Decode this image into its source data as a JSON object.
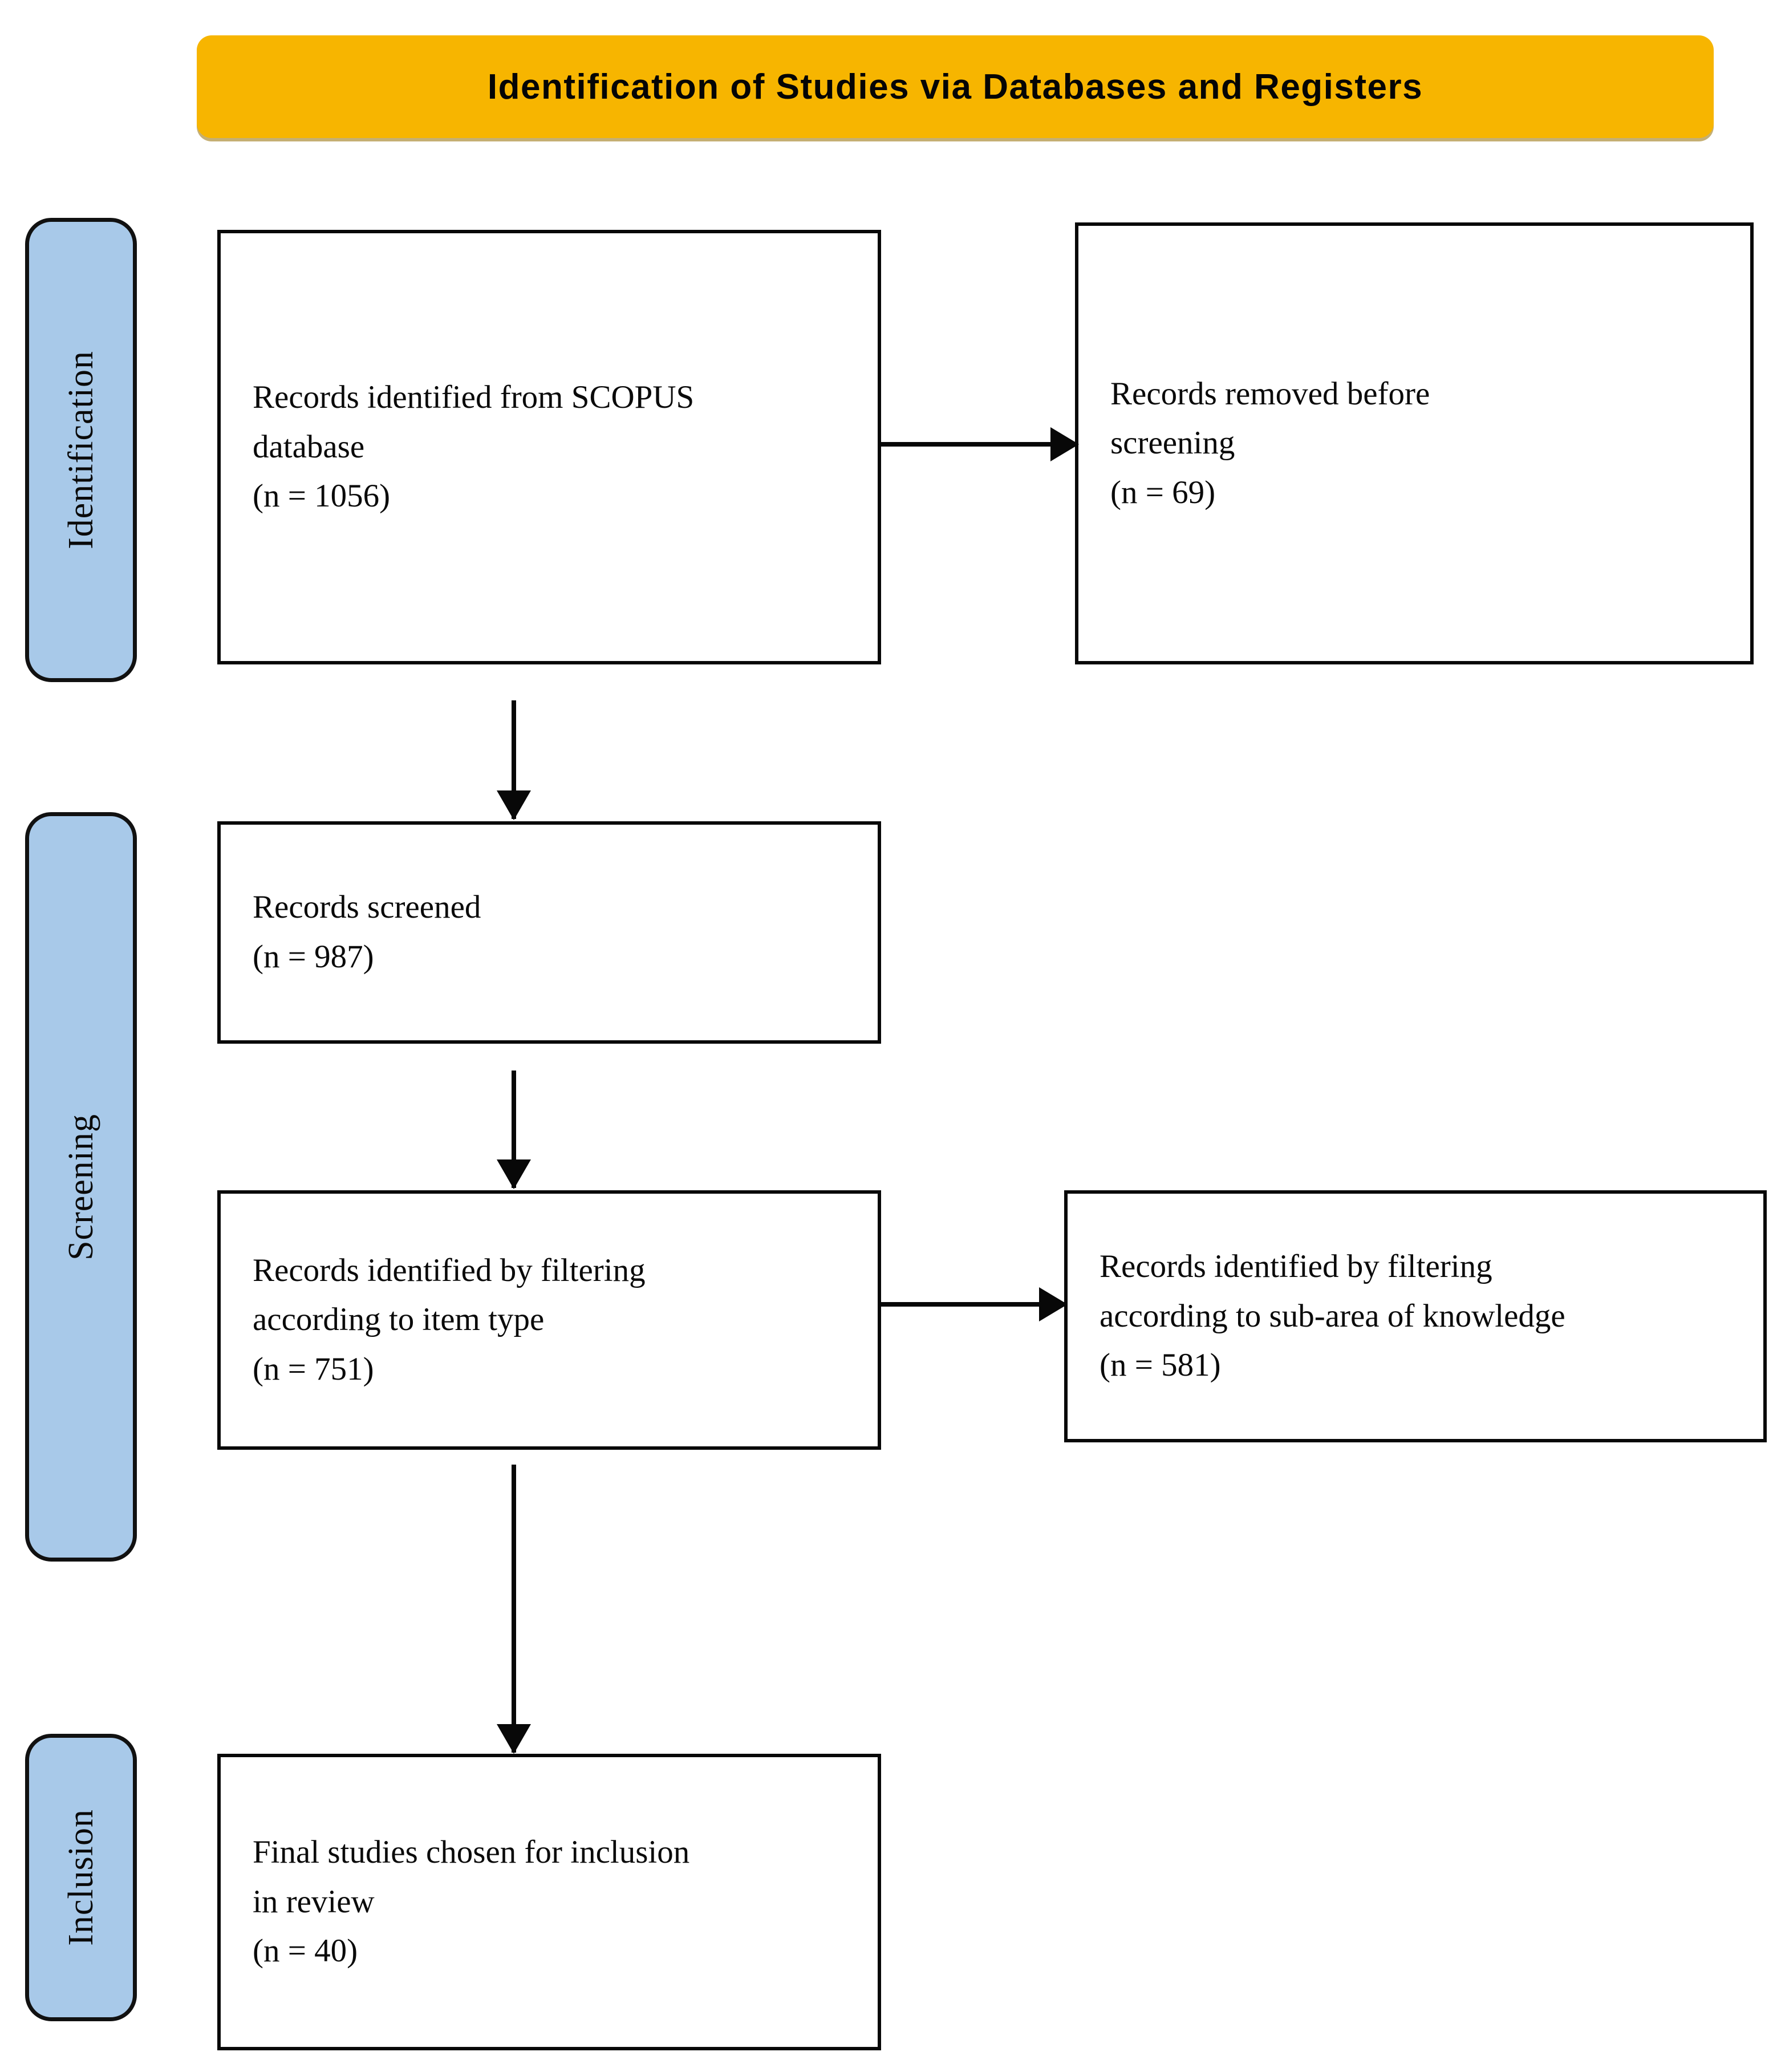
{
  "header": {
    "title": "Identification of Studies via Databases and Registers",
    "background_color": "#F7B500",
    "text_color": "#050505"
  },
  "stages": {
    "color": "#A8C9E9",
    "border_color": "#111111",
    "items": [
      {
        "label": "Identification"
      },
      {
        "label": "Screening"
      },
      {
        "label": "Inclusion"
      }
    ]
  },
  "boxes": {
    "identified": {
      "line1": "Records identified from SCOPUS",
      "line2": "database",
      "count": "(n = 1056)"
    },
    "removed": {
      "line1": "Records removed before",
      "line2": "screening",
      "count": "(n = 69)"
    },
    "screened": {
      "line1": "Records screened",
      "count": "(n = 987)"
    },
    "filter_item_type": {
      "line1": "Records identified by filtering",
      "line2": "according to item type",
      "count": "(n = 751)"
    },
    "filter_subarea": {
      "line1": "Records identified by filtering",
      "line2": "according to sub-area of knowledge",
      "count": "(n = 581)"
    },
    "final": {
      "line1": "Final studies chosen for inclusion",
      "line2": "in review",
      "count": "(n = 40)"
    }
  },
  "chart_data": {
    "type": "diagram",
    "title": "Identification of Studies via Databases and Registers",
    "nodes": [
      {
        "id": "identified",
        "stage": "Identification",
        "label": "Records identified from SCOPUS database",
        "n": 1056
      },
      {
        "id": "removed",
        "stage": "Identification",
        "label": "Records removed before screening",
        "n": 69
      },
      {
        "id": "screened",
        "stage": "Screening",
        "label": "Records screened",
        "n": 987
      },
      {
        "id": "filter_item_type",
        "stage": "Screening",
        "label": "Records identified by filtering according to item type",
        "n": 751
      },
      {
        "id": "filter_subarea",
        "stage": "Screening",
        "label": "Records identified by filtering according to sub-area of knowledge",
        "n": 581
      },
      {
        "id": "final",
        "stage": "Inclusion",
        "label": "Final studies chosen for inclusion in review",
        "n": 40
      }
    ],
    "edges": [
      {
        "from": "identified",
        "to": "removed",
        "direction": "right"
      },
      {
        "from": "identified",
        "to": "screened",
        "direction": "down"
      },
      {
        "from": "screened",
        "to": "filter_item_type",
        "direction": "down"
      },
      {
        "from": "filter_item_type",
        "to": "filter_subarea",
        "direction": "right"
      },
      {
        "from": "filter_item_type",
        "to": "final",
        "direction": "down"
      }
    ]
  }
}
